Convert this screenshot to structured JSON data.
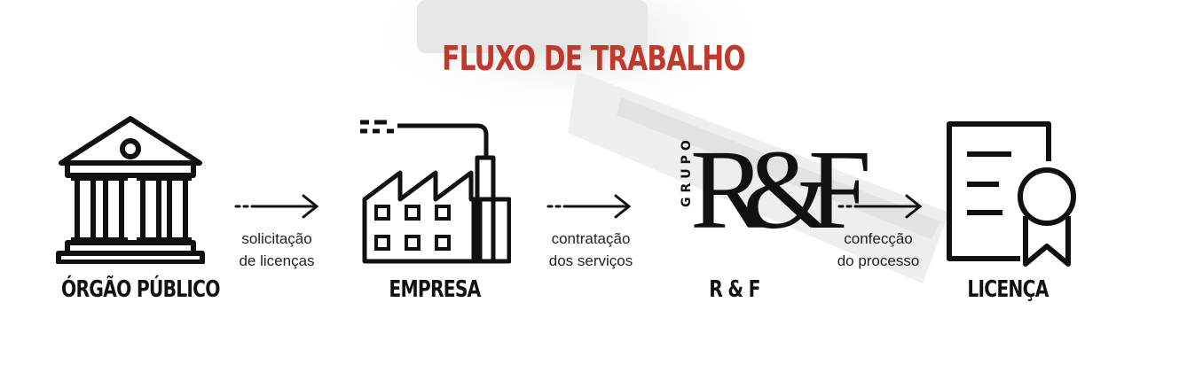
{
  "title": "FLUXO DE TRABALHO",
  "steps": [
    {
      "label": "ÓRGÃO PÚBLICO",
      "icon": "courthouse-icon"
    },
    {
      "label": "EMPRESA",
      "icon": "factory-icon"
    },
    {
      "label": "R & F",
      "icon": "grupo-rf-logo",
      "logo_text": {
        "prefix": "GRUPO",
        "mark": "R&F"
      }
    },
    {
      "label": "LICENÇA",
      "icon": "certificate-icon"
    }
  ],
  "connectors": [
    {
      "line1": "solicitação",
      "line2": "de licenças"
    },
    {
      "line1": "contratação",
      "line2": "dos serviços"
    },
    {
      "line1": "confecção",
      "line2": "do processo"
    }
  ],
  "colors": {
    "title": "#c0392b",
    "ink": "#111111"
  }
}
